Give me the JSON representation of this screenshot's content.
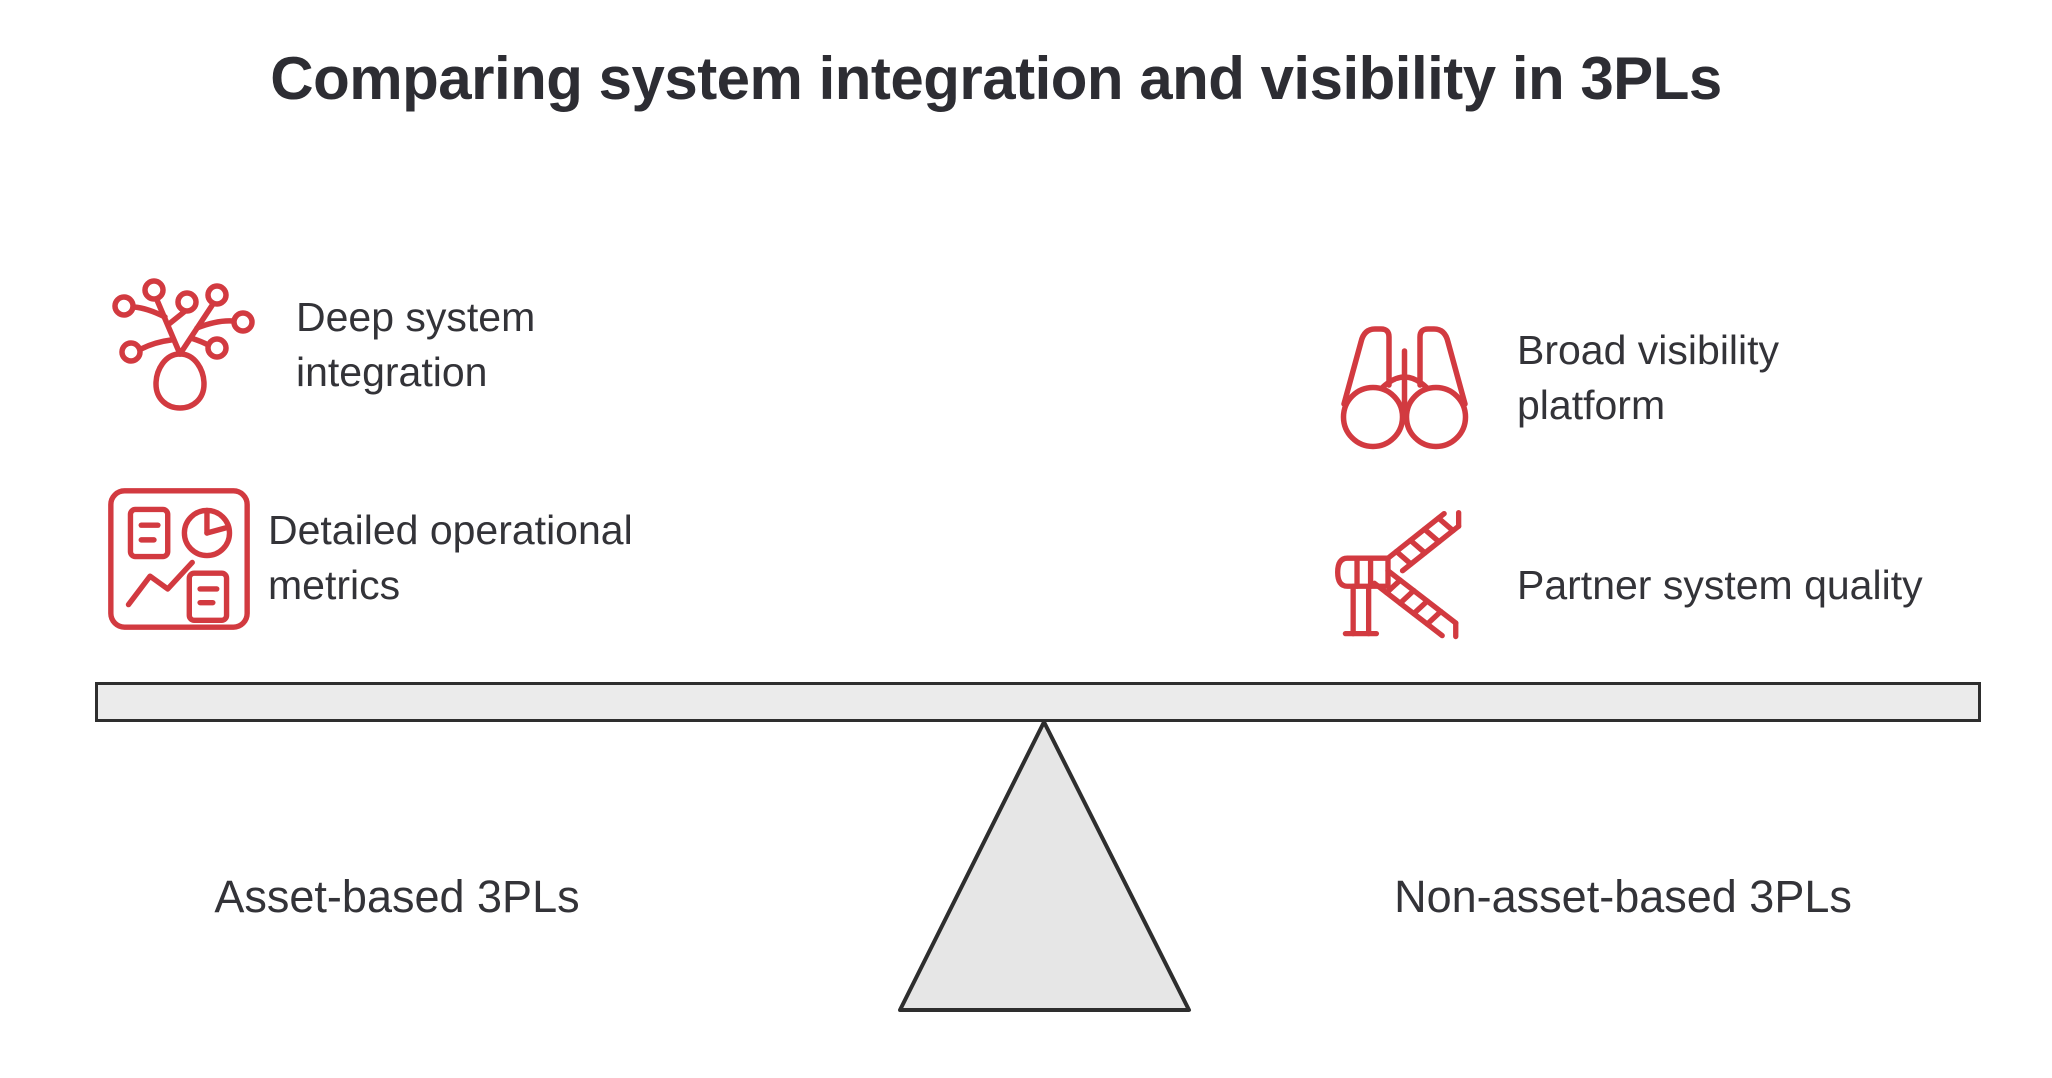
{
  "title": "Comparing system integration and visibility in 3PLs",
  "colors": {
    "accent_red": "#d23a40",
    "text_dark": "#333338",
    "title_dark": "#2d2d33",
    "beam_fill": "#ebebeb",
    "beam_border": "#2e2e2e",
    "triangle_fill": "#e6e6e6"
  },
  "features": {
    "left": [
      {
        "icon": "network-roots-icon",
        "label": "Deep system integration"
      },
      {
        "icon": "dashboard-metrics-icon",
        "label": "Detailed operational metrics"
      }
    ],
    "right": [
      {
        "icon": "binoculars-icon",
        "label": "Broad visibility platform"
      },
      {
        "icon": "slide-icon",
        "label": "Partner system quality"
      }
    ]
  },
  "balance": {
    "left_label": "Asset-based 3PLs",
    "right_label": "Non-asset-based 3PLs"
  }
}
